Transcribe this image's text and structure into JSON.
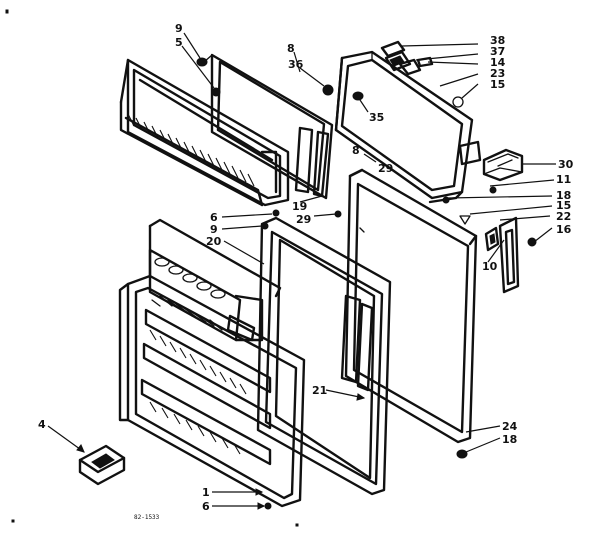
{
  "callouts": [
    {
      "id": "c9a",
      "text": "9"
    },
    {
      "id": "c5a",
      "text": "5"
    },
    {
      "id": "c8a",
      "text": "8"
    },
    {
      "id": "c36",
      "text": "36"
    },
    {
      "id": "c35",
      "text": "35"
    },
    {
      "id": "c38",
      "text": "38"
    },
    {
      "id": "c37",
      "text": "37"
    },
    {
      "id": "c14",
      "text": "14"
    },
    {
      "id": "c23",
      "text": "23"
    },
    {
      "id": "c15a",
      "text": "15"
    },
    {
      "id": "c8b",
      "text": "8"
    },
    {
      "id": "c29a",
      "text": "29"
    },
    {
      "id": "c30",
      "text": "30"
    },
    {
      "id": "c11",
      "text": "11"
    },
    {
      "id": "c18a",
      "text": "18"
    },
    {
      "id": "c15b",
      "text": "15"
    },
    {
      "id": "c22",
      "text": "22"
    },
    {
      "id": "c16",
      "text": "16"
    },
    {
      "id": "c19",
      "text": "19"
    },
    {
      "id": "c29b",
      "text": "29"
    },
    {
      "id": "c6a",
      "text": "6"
    },
    {
      "id": "c9b",
      "text": "9"
    },
    {
      "id": "c20",
      "text": "20"
    },
    {
      "id": "c10",
      "text": "10"
    },
    {
      "id": "c21",
      "text": "21"
    },
    {
      "id": "c24",
      "text": "24"
    },
    {
      "id": "c18b",
      "text": "18"
    },
    {
      "id": "c4",
      "text": "4"
    },
    {
      "id": "c1",
      "text": "1"
    },
    {
      "id": "c6b",
      "text": "6"
    }
  ],
  "footer_code": "82-1533"
}
